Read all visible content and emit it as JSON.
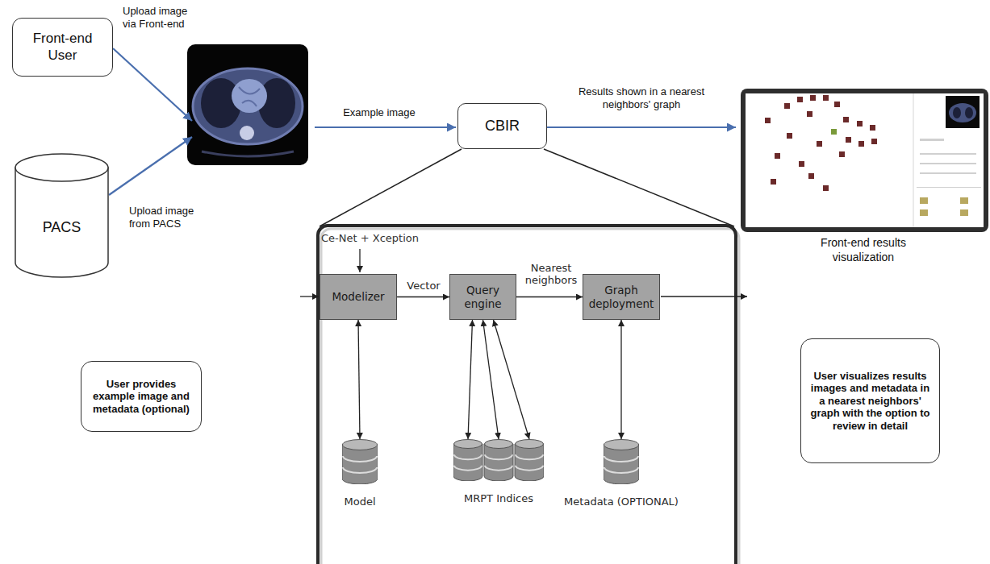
{
  "diagram": {
    "nodes": [
      {
        "text": [
          "Front-end User"
        ]
      },
      {
        "text": [
          "PACS"
        ]
      },
      {
        "text": [
          "CBIR"
        ]
      },
      {
        "text": [
          "Modelizer"
        ]
      },
      {
        "text": [
          "Query engine"
        ]
      },
      {
        "text": [
          "Graph deployment"
        ]
      },
      {
        "text": [
          "Model"
        ]
      },
      {
        "text": [
          "MRPT Indices"
        ]
      },
      {
        "text": [
          "Metadata (OPTIONAL)"
        ]
      },
      {
        "text": [
          "User provides example image and metadata (optional)"
        ]
      },
      {
        "text": [
          "User visualizes results images and metadata in a nearest neighbors' graph with the option to review in detail"
        ]
      }
    ],
    "edges": [
      {
        "from": 3,
        "to": 4,
        "label": "Vector",
        "arrow": "to"
      },
      {
        "from": 4,
        "to": 5,
        "label": "Nearest neighbors",
        "arrow": "to"
      },
      {
        "from": 3,
        "to": 6,
        "arrow": "both"
      },
      {
        "from": 4,
        "to": 7,
        "arrow": "both"
      },
      {
        "from": 4,
        "to": 7,
        "arrow": "both"
      },
      {
        "from": 4,
        "to": 7,
        "arrow": "both"
      },
      {
        "from": 5,
        "to": 8,
        "arrow": "both"
      }
    ],
    "labels": [
      "Upload image via Front-end",
      "Upload image from PACS",
      "Example image",
      "Results shown in a nearest neighbors' graph",
      "Front-end results visualization",
      "Ce-Net + Xception"
    ]
  }
}
